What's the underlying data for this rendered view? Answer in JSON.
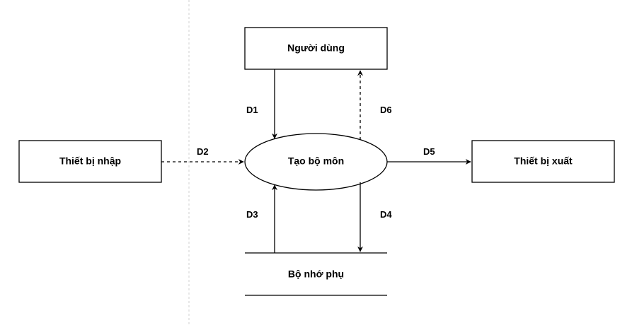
{
  "diagram": {
    "nodes": {
      "user": {
        "label": "Người dùng"
      },
      "input_device": {
        "label": "Thiết bị nhập"
      },
      "process": {
        "label": "Tạo bộ môn"
      },
      "output_device": {
        "label": "Thiết bị xuất"
      },
      "storage": {
        "label": "Bộ nhớ phụ"
      }
    },
    "flows": {
      "d1": {
        "label": "D1",
        "from": "Người dùng",
        "to": "Tạo bộ môn",
        "style": "solid"
      },
      "d2": {
        "label": "D2",
        "from": "Thiết bị nhập",
        "to": "Tạo bộ môn",
        "style": "dashed"
      },
      "d3": {
        "label": "D3",
        "from": "Bộ nhớ phụ",
        "to": "Tạo bộ môn",
        "style": "solid"
      },
      "d4": {
        "label": "D4",
        "from": "Tạo bộ môn",
        "to": "Bộ nhớ phụ",
        "style": "solid"
      },
      "d5": {
        "label": "D5",
        "from": "Tạo bộ môn",
        "to": "Thiết bị xuất",
        "style": "solid"
      },
      "d6": {
        "label": "D6",
        "from": "Tạo bộ môn",
        "to": "Người dùng",
        "style": "dashed"
      }
    },
    "colors": {
      "stroke": "#000000",
      "background": "#ffffff",
      "separator": "#d0d0d0"
    }
  }
}
